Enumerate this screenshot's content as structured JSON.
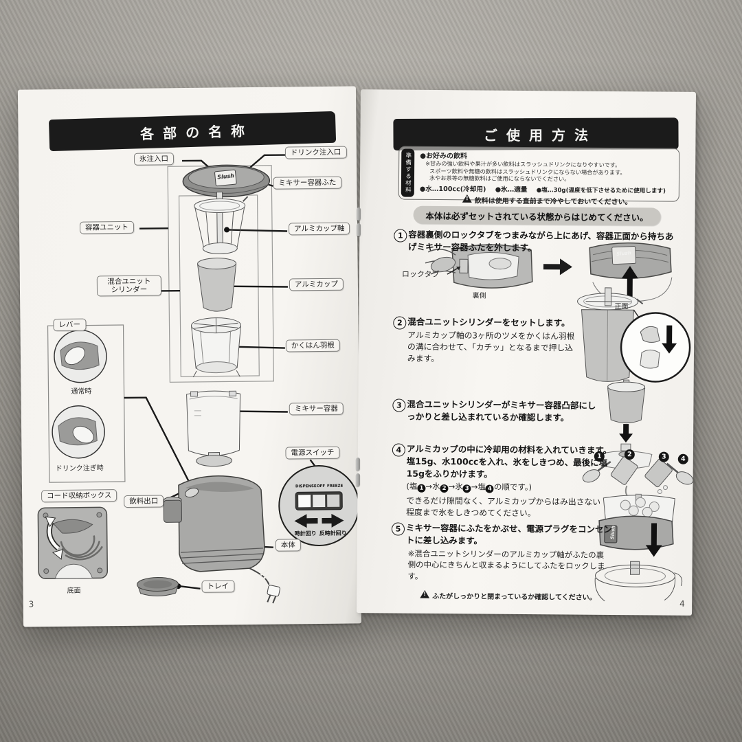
{
  "left_page": {
    "header": "各部の名称",
    "page_number": "3",
    "logo": "Slush",
    "labels": {
      "ice_inlet": "氷注入口",
      "drink_inlet": "ドリンク注入口",
      "mixer_lid": "ミキサー容器ふた",
      "container_unit": "容器ユニット",
      "alumi_cup_shaft": "アルミカップ軸",
      "mixing_unit_1": "混合ユニット",
      "mixing_unit_2": "シリンダー",
      "alumi_cup": "アルミカップ",
      "lever": "レバー",
      "stirring_blade": "かくはん羽根",
      "mixer_container": "ミキサー容器",
      "power_switch": "電源スイッチ",
      "cord_box": "コード収納ボックス",
      "drink_outlet": "飲料出口",
      "main_body": "本体",
      "tray": "トレイ"
    },
    "captions": {
      "normal": "通常時",
      "pouring": "ドリンク注ぎ時",
      "bottom": "底面"
    },
    "switch": {
      "dispense": "DISPENSE",
      "off": "OFF",
      "freeze": "FREEZE",
      "cw": "時計回り",
      "ccw": "反時計回り"
    }
  },
  "right_page": {
    "header": "ご使用方法",
    "page_number": "4",
    "warning_mark": "!",
    "materials": {
      "sidebar": "準備する材料",
      "line1": "●お好みの飲料",
      "line2": "※甘みの強い飲料や果汁が多い飲料はスラッシュドリンクになりやすいです。",
      "line3": "スポーツ飲料や無糖の飲料はスラッシュドリンクにならない場合があります。",
      "line4": "水やお茶等の無糖飲料はご使用にならないでください。",
      "item_water": "●水…100cc(冷却用)",
      "item_ice": "●氷…適量",
      "item_salt": "●塩…30g(温度を低下させるために使用します)",
      "warning": "飲料は使用する直前まで冷やしておいてください。"
    },
    "notice": "本体は必ずセットされている状態からはじめてください。",
    "steps": [
      {
        "num": "1",
        "text": "容器裏側のロックタブをつまみながら上にあげ、容器正面から持ちあげミキサー容器ふたを外します。",
        "lock_tab": "ロックタブ",
        "back": "裏側",
        "front": "正面"
      },
      {
        "num": "2",
        "title": "混合ユニットシリンダーをセットします。",
        "body": "アルミカップ軸の3ヶ所のツメをかくはん羽根の溝に合わせて、「カチッ」となるまで押し込みます。"
      },
      {
        "num": "3",
        "text": "混合ユニットシリンダーがミキサー容器凸部にしっかりと差し込まれているか確認します。"
      },
      {
        "num": "4",
        "title": "アルミカップの中に冷却用の材料を入れていきます。塩15g、水100ccを入れ、氷をしきつめ、最後に塩15gをふりかけます。",
        "order_pre": "(塩",
        "order_mid1": "→水",
        "order_mid2": "→氷",
        "order_mid3": "→塩",
        "order_suf": "の順です。)",
        "marks": [
          "1",
          "2",
          "3",
          "4"
        ],
        "note": "できるだけ隙間なく、アルミカップからはみ出さない程度まで氷をしきつめてください。"
      },
      {
        "num": "5",
        "title": "ミキサー容器にふたをかぶせ、電源プラグをコンセントに差し込みます。",
        "note": "※混合ユニットシリンダーのアルミカップ軸がふたの裏側の中心にきちんと収まるようにしてふたをロックします。",
        "warning": "ふたがしっかりと閉まっているか確認してください。"
      }
    ]
  }
}
